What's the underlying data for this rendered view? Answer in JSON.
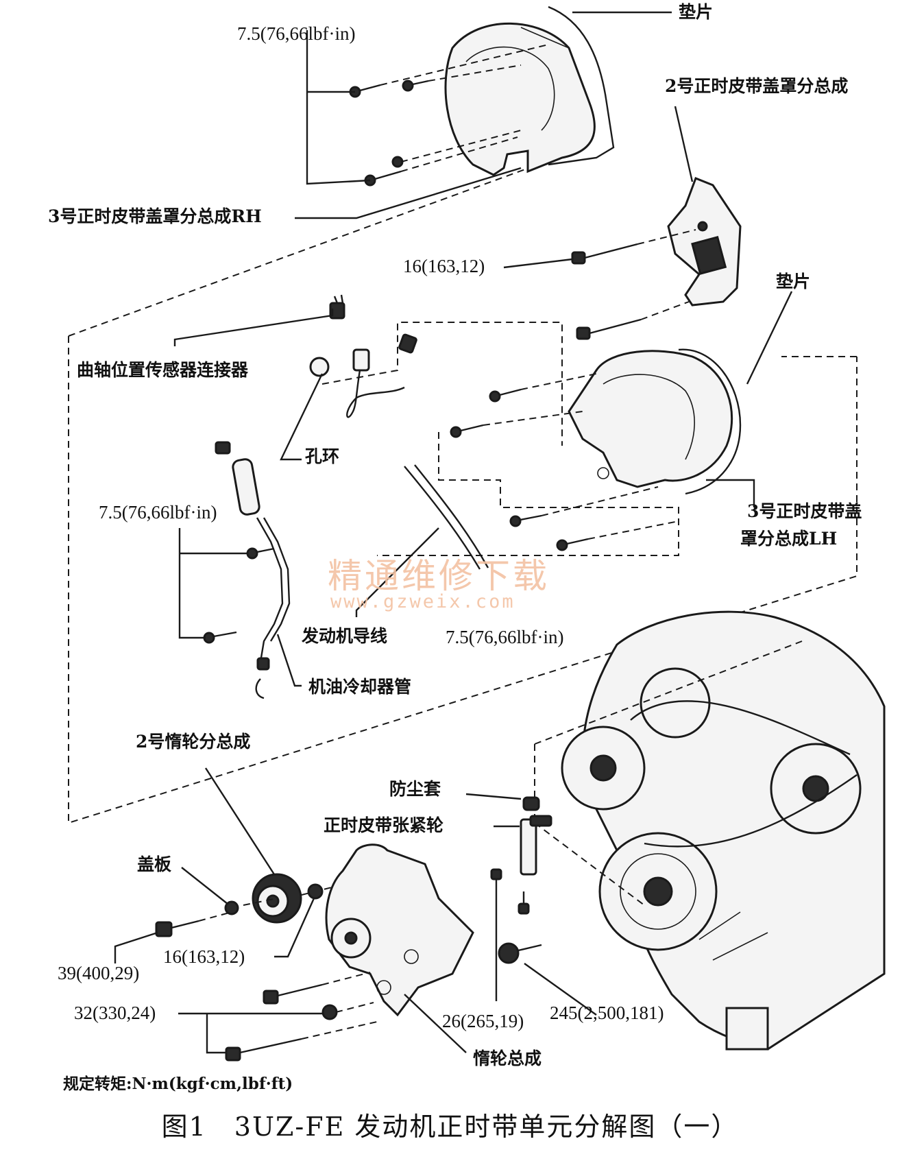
{
  "labels": {
    "gasket_top": "垫片",
    "cover_no2": "2号正时皮带盖罩分总成",
    "torque_top": "7.5(76,66lbf·in)",
    "cover_no3_rh": "3号正时皮带盖罩分总成RH",
    "torque_16_a": "16(163,12)",
    "gasket_mid": "垫片",
    "crank_sensor_connector": "曲轴位置传感器连接器",
    "grommet": "孔环",
    "torque_left": "7.5(76,66lbf·in)",
    "cover_no3_lh_line1": "3号正时皮带盖",
    "cover_no3_lh_line2": "罩分总成LH",
    "engine_wire": "发动机导线",
    "torque_mid": "7.5(76,66lbf·in)",
    "oil_cooler_pipe": "机油冷却器管",
    "idler_no2": "2号惰轮分总成",
    "dust_boot": "防尘套",
    "tensioner": "正时皮带张紧轮",
    "cover_plate": "盖板",
    "torque_39": "39(400,29)",
    "torque_16_b": "16(163,12)",
    "torque_32": "32(330,24)",
    "torque_26": "26(265,19)",
    "torque_245": "245(2,500,181)",
    "idler_assy": "惰轮总成",
    "spec_torque": "规定转矩:N·m(kgf·cm,lbf·ft)"
  },
  "caption": "图1　3UZ-FE 发动机正时带单元分解图（一）",
  "watermark": {
    "text": "精通维修下载",
    "url": "www.gzweix.com"
  }
}
